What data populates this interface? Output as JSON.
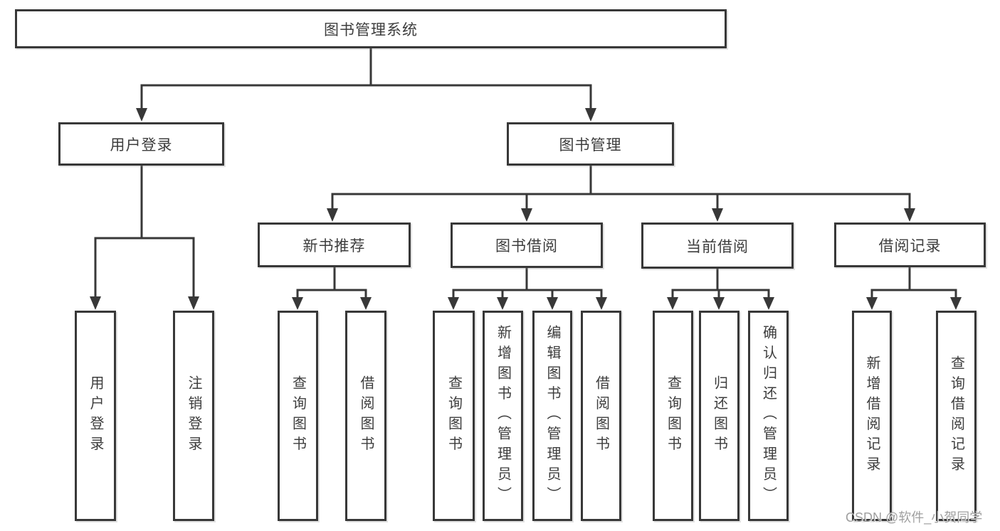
{
  "nodes": {
    "root": {
      "label": "图书管理系统"
    },
    "user_login": {
      "label": "用户登录"
    },
    "book_management": {
      "label": "图书管理"
    },
    "new_book_recommend": {
      "label": "新书推荐"
    },
    "book_borrow": {
      "label": "图书借阅"
    },
    "current_borrow": {
      "label": "当前借阅"
    },
    "borrow_records": {
      "label": "借阅记录"
    },
    "leaves": [
      {
        "label": "用户登录"
      },
      {
        "label": "注销登录"
      },
      {
        "label": "查询图书"
      },
      {
        "label": "借阅图书"
      },
      {
        "label": "查询图书"
      },
      {
        "label": "新增图书（管理员）"
      },
      {
        "label": "编辑图书（管理员）"
      },
      {
        "label": "借阅图书"
      },
      {
        "label": "查询图书"
      },
      {
        "label": "归还图书"
      },
      {
        "label": "确认归还（管理员）"
      },
      {
        "label": "新增借阅记录"
      },
      {
        "label": "查询借阅记录"
      }
    ]
  },
  "watermark": {
    "text": "CSDN @软件_小贺同学"
  },
  "colors": {
    "line": "#383838",
    "box_border": "#383838",
    "box_background": "#ffffff",
    "text": "#3d3d3d",
    "watermark": "#9f9f9f",
    "background": "#ffffff"
  }
}
